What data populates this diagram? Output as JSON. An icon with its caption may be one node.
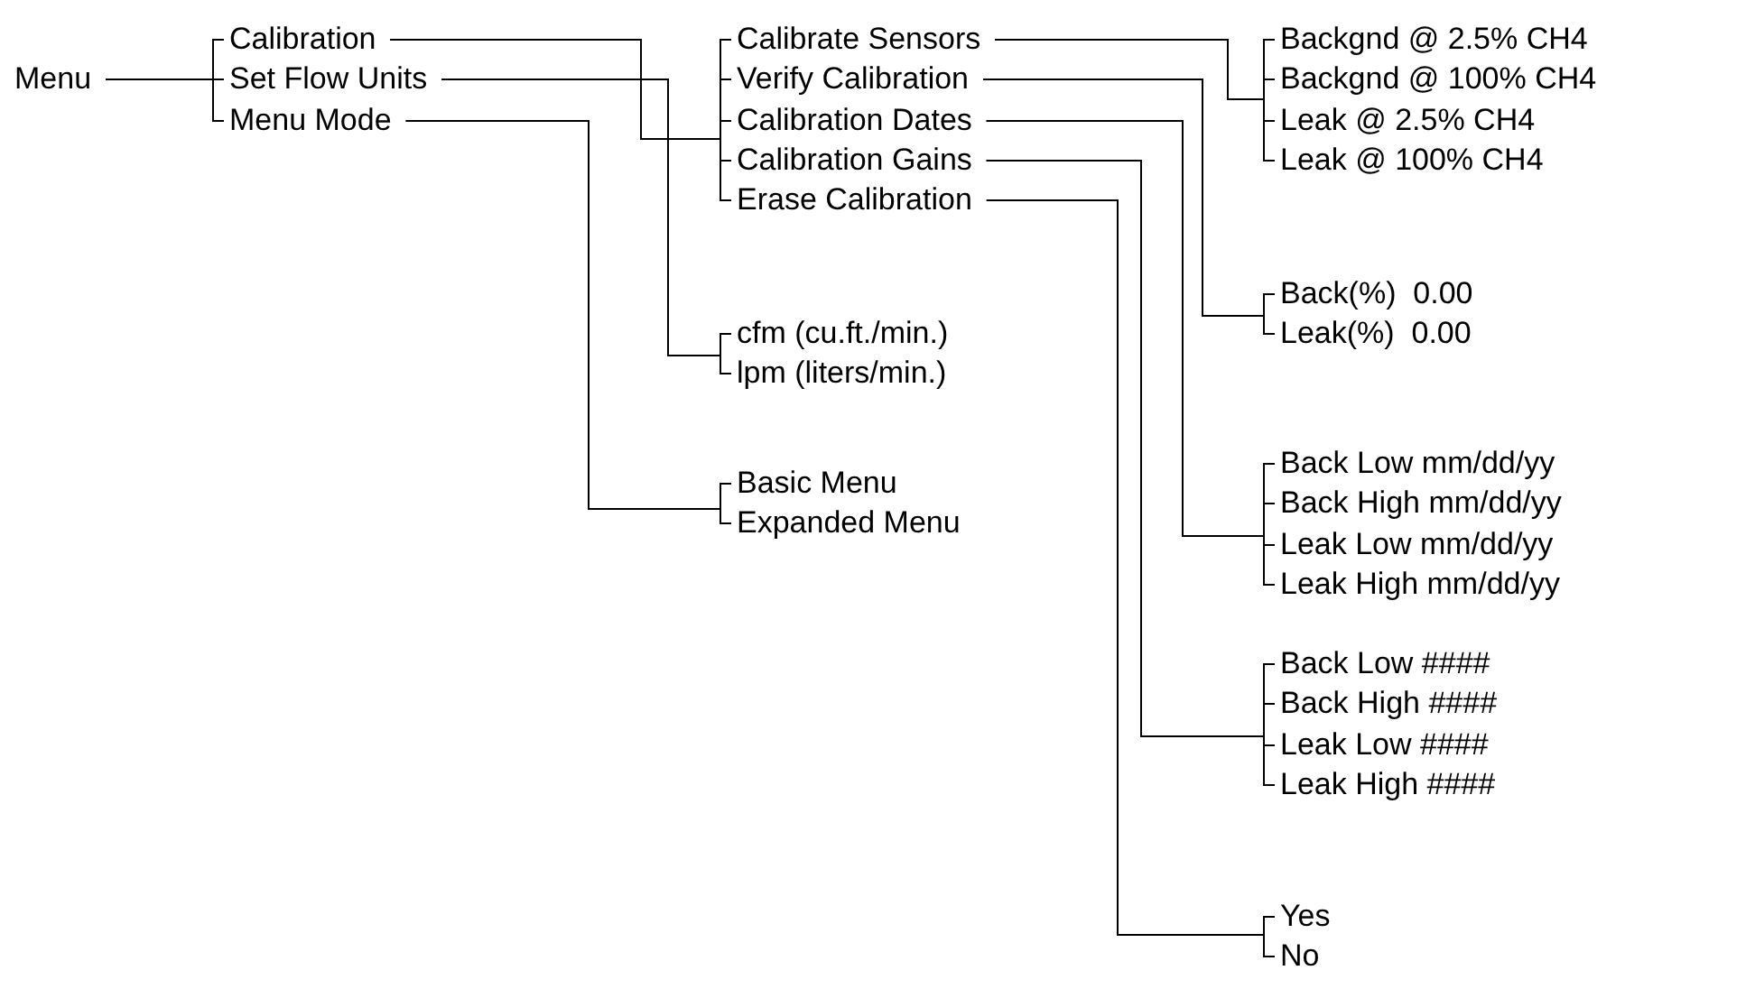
{
  "diagram": {
    "nodes": [
      {
        "text": [
          "Menu"
        ]
      },
      {
        "text": [
          "Calibration"
        ]
      },
      {
        "text": [
          "Set Flow Units"
        ]
      },
      {
        "text": [
          "Menu Mode"
        ]
      },
      {
        "text": [
          "Calibrate Sensors"
        ]
      },
      {
        "text": [
          "Verify Calibration"
        ]
      },
      {
        "text": [
          "Calibration Dates"
        ]
      },
      {
        "text": [
          "Calibration Gains"
        ]
      },
      {
        "text": [
          "Erase Calibration"
        ]
      },
      {
        "text": [
          "cfm (cu.ft./min.)"
        ]
      },
      {
        "text": [
          "lpm (liters/min.)"
        ]
      },
      {
        "text": [
          "Basic Menu"
        ]
      },
      {
        "text": [
          "Expanded Menu"
        ]
      },
      {
        "text": [
          "Backgnd @ 2.5% CH4"
        ]
      },
      {
        "text": [
          "Backgnd @ 100% CH4"
        ]
      },
      {
        "text": [
          "Leak @ 2.5% CH4"
        ]
      },
      {
        "text": [
          "Leak @ 100% CH4"
        ]
      },
      {
        "text": [
          "Back(%)  0.00"
        ]
      },
      {
        "text": [
          "Leak(%)  0.00"
        ]
      },
      {
        "text": [
          "Back Low mm/dd/yy"
        ]
      },
      {
        "text": [
          "Back High mm/dd/yy"
        ]
      },
      {
        "text": [
          "Leak Low mm/dd/yy"
        ]
      },
      {
        "text": [
          "Leak High mm/dd/yy"
        ]
      },
      {
        "text": [
          "Back Low ####"
        ]
      },
      {
        "text": [
          "Back High ####"
        ]
      },
      {
        "text": [
          "Leak Low ####"
        ]
      },
      {
        "text": [
          "Leak High ####"
        ]
      },
      {
        "text": [
          "Yes"
        ]
      },
      {
        "text": [
          "No"
        ]
      }
    ],
    "edges": [
      {
        "from": 0,
        "to": 1,
        "arrow": "none"
      },
      {
        "from": 0,
        "to": 2,
        "arrow": "none"
      },
      {
        "from": 0,
        "to": 3,
        "arrow": "none"
      },
      {
        "from": 1,
        "to": 4,
        "arrow": "none"
      },
      {
        "from": 1,
        "to": 5,
        "arrow": "none"
      },
      {
        "from": 1,
        "to": 6,
        "arrow": "none"
      },
      {
        "from": 1,
        "to": 7,
        "arrow": "none"
      },
      {
        "from": 1,
        "to": 8,
        "arrow": "none"
      },
      {
        "from": 2,
        "to": 9,
        "arrow": "none"
      },
      {
        "from": 2,
        "to": 10,
        "arrow": "none"
      },
      {
        "from": 3,
        "to": 11,
        "arrow": "none"
      },
      {
        "from": 3,
        "to": 12,
        "arrow": "none"
      },
      {
        "from": 4,
        "to": 13,
        "arrow": "none"
      },
      {
        "from": 4,
        "to": 14,
        "arrow": "none"
      },
      {
        "from": 4,
        "to": 15,
        "arrow": "none"
      },
      {
        "from": 4,
        "to": 16,
        "arrow": "none"
      },
      {
        "from": 5,
        "to": 17,
        "arrow": "none"
      },
      {
        "from": 5,
        "to": 18,
        "arrow": "none"
      },
      {
        "from": 6,
        "to": 19,
        "arrow": "none"
      },
      {
        "from": 6,
        "to": 20,
        "arrow": "none"
      },
      {
        "from": 6,
        "to": 21,
        "arrow": "none"
      },
      {
        "from": 6,
        "to": 22,
        "arrow": "none"
      },
      {
        "from": 7,
        "to": 23,
        "arrow": "none"
      },
      {
        "from": 7,
        "to": 24,
        "arrow": "none"
      },
      {
        "from": 7,
        "to": 25,
        "arrow": "none"
      },
      {
        "from": 7,
        "to": 26,
        "arrow": "none"
      },
      {
        "from": 8,
        "to": 27,
        "arrow": "none"
      },
      {
        "from": 8,
        "to": 28,
        "arrow": "none"
      }
    ]
  }
}
